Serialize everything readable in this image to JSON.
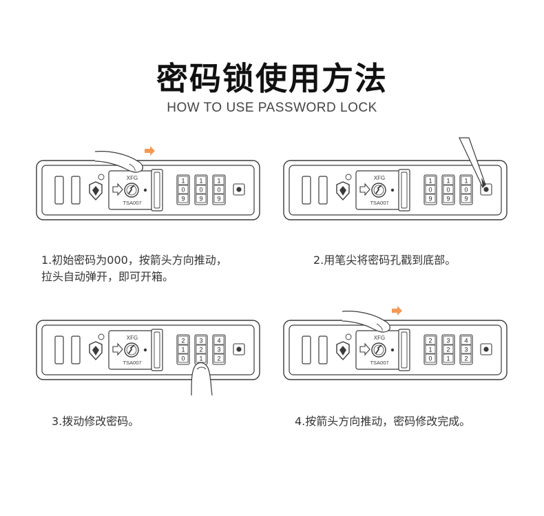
{
  "header": {
    "title": "密码锁使用方法",
    "subtitle": "HOW TO USE PASSWORD LOCK"
  },
  "lock_labels": {
    "brand": "XFG",
    "model": "TSA007"
  },
  "colors": {
    "arrow": "#f39a55",
    "line": "#3a3a3a"
  },
  "steps": [
    {
      "line1": "1.初始密码为000，按箭头方向推动，",
      "line2": "拉头自动弹开，即可开箱。",
      "wheels": [
        [
          "1",
          "0",
          "9"
        ],
        [
          "1",
          "0",
          "9"
        ],
        [
          "1",
          "0",
          "9"
        ]
      ]
    },
    {
      "line1": "2.用笔尖将密码孔戳到底部。",
      "line2": "",
      "wheels": [
        [
          "1",
          "0",
          "9"
        ],
        [
          "1",
          "0",
          "9"
        ],
        [
          "1",
          "0",
          "9"
        ]
      ]
    },
    {
      "line1": "3.拨动修改密码。",
      "line2": "",
      "wheels": [
        [
          "2",
          "1",
          "0"
        ],
        [
          "3",
          "2",
          "1"
        ],
        [
          "4",
          "3",
          "2"
        ]
      ]
    },
    {
      "line1": "4.按箭头方向推动，密码修改完成。",
      "line2": "",
      "wheels": [
        [
          "2",
          "1",
          "0"
        ],
        [
          "3",
          "2",
          "1"
        ],
        [
          "4",
          "3",
          "2"
        ]
      ]
    }
  ]
}
